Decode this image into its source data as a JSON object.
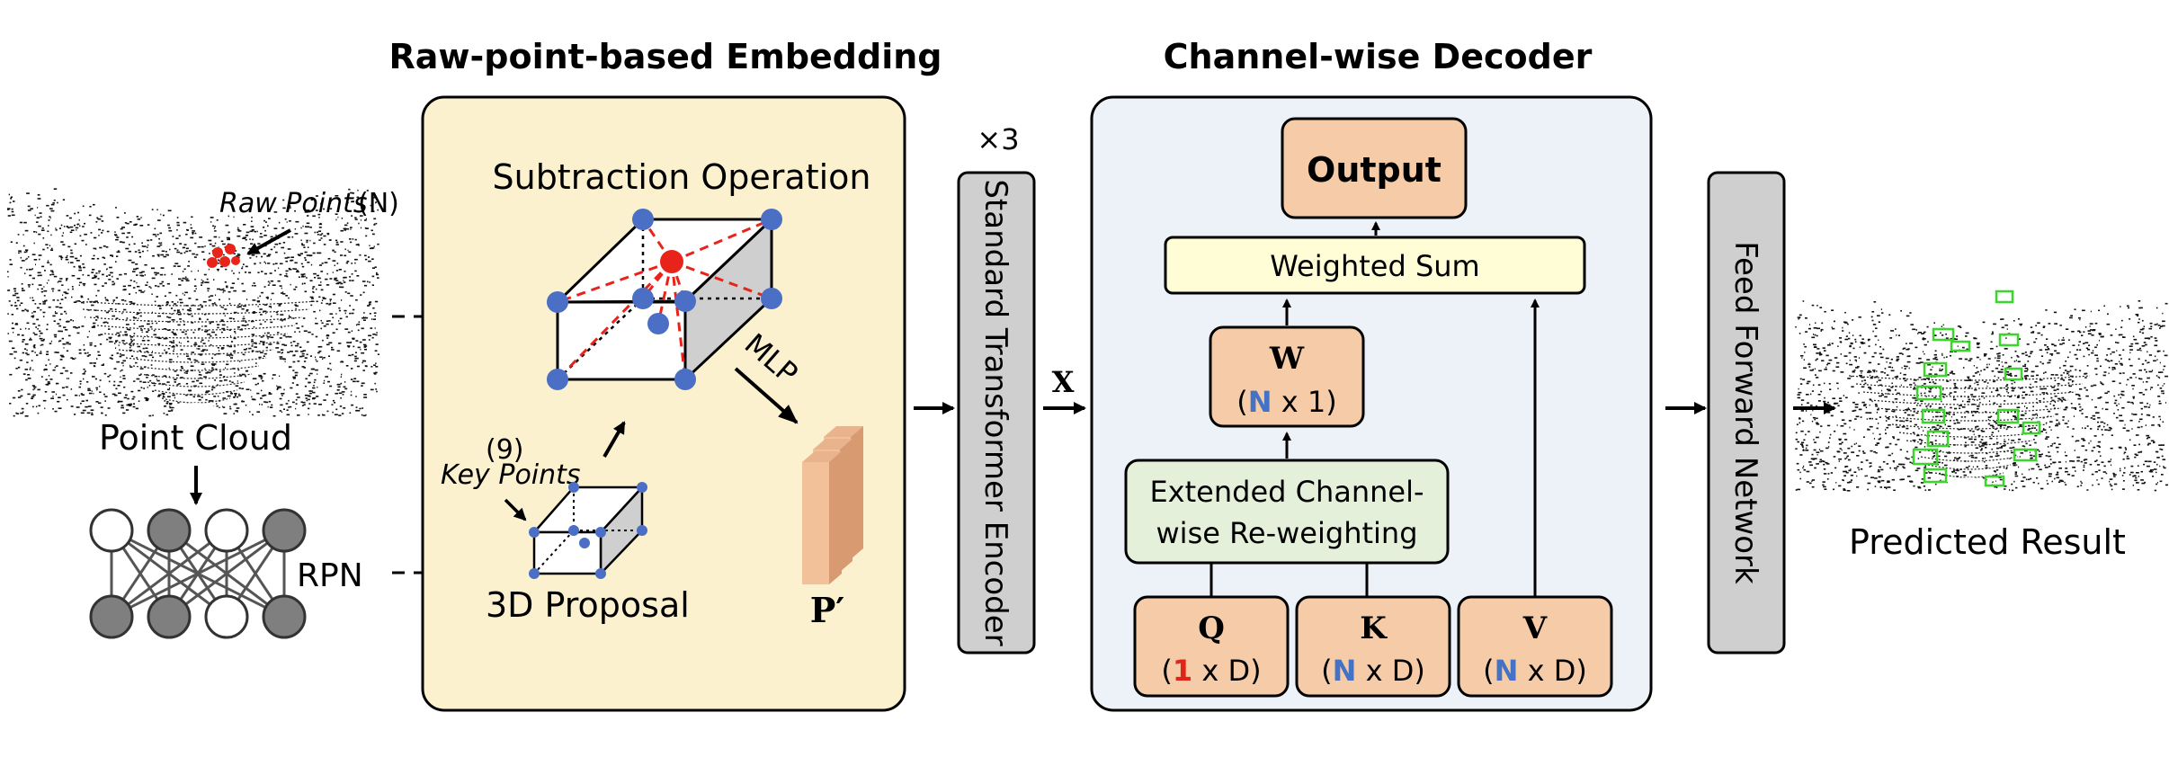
{
  "colors": {
    "embed_panel": "#FCF1CF",
    "decoder_panel": "#EDF1F8",
    "salmon_box": "#F6CBA8",
    "sum_box": "#FEFDD6",
    "reweight_box": "#E4F0DA",
    "gray_block": "#CFCFCF",
    "node_blue": "#4A6FC4",
    "node_red": "#E8241A",
    "nn_gray": "#7F7F7F",
    "accent_blue": "#4472C4",
    "accent_red": "#E02418"
  },
  "left": {
    "raw_points_italic": "Raw Points",
    "raw_points_count": "(N)",
    "point_cloud_label": "Point Cloud",
    "rpn_label": "RPN"
  },
  "embedding": {
    "title": "Raw-point-based Embedding",
    "subtraction_label": "Subtraction Operation",
    "key_points_count": "(9)",
    "key_points_label": "Key Points",
    "proposal_label": "3D Proposal",
    "mlp_label": "MLP",
    "p_prime_label": "P′"
  },
  "encoder": {
    "repeat_label": "×3",
    "label": "Standard Transformer Encoder",
    "x_label": "X"
  },
  "decoder": {
    "title": "Channel-wise Decoder",
    "output_label": "Output",
    "weighted_sum_label": "Weighted Sum",
    "w_label": "W",
    "w_dim_n": "N",
    "w_dim_rest": " x 1)",
    "reweight_line1": "Extended Channel-",
    "reweight_line2": "wise Re-weighting",
    "q_label": "Q",
    "q_dim_num": "1",
    "q_dim_rest": " x D)",
    "k_label": "K",
    "k_dim_n": "N",
    "k_dim_rest": " x D)",
    "v_label": "V",
    "v_dim_n": "N",
    "v_dim_rest": " x D)",
    "open_paren": "("
  },
  "ffn": {
    "label": "Feed Forward Network"
  },
  "result": {
    "label": "Predicted Result"
  }
}
